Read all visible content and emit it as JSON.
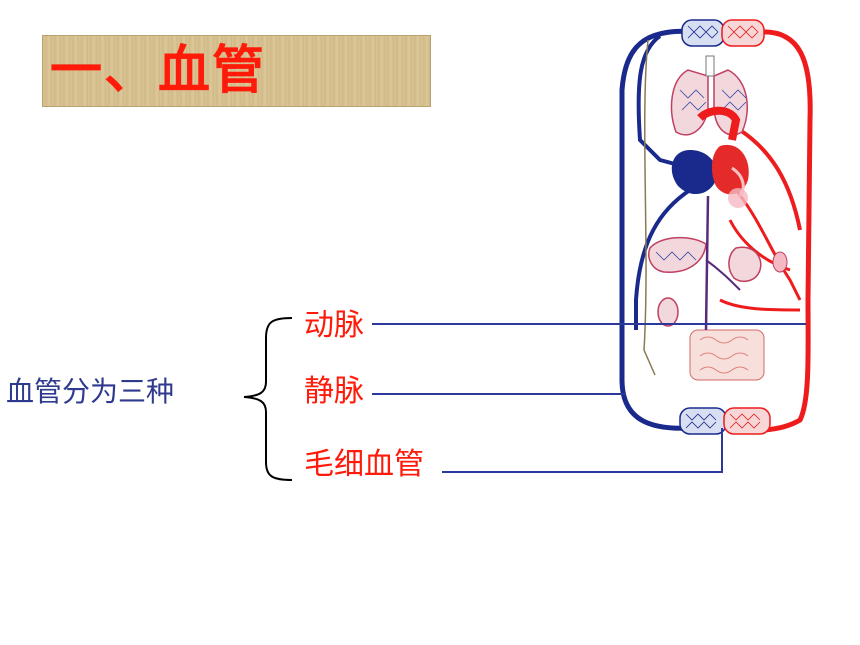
{
  "title": "一、血管",
  "classification": {
    "label": "血管分为三种",
    "types": [
      "动脉",
      "静脉",
      "毛细血管"
    ]
  },
  "colors": {
    "title_text": "#ff1a0a",
    "label_blue": "#2f3a8f",
    "artery_red": "#ee1c1c",
    "vein_blue": "#1a2a8c",
    "leader_line": "#2b3a9a"
  }
}
